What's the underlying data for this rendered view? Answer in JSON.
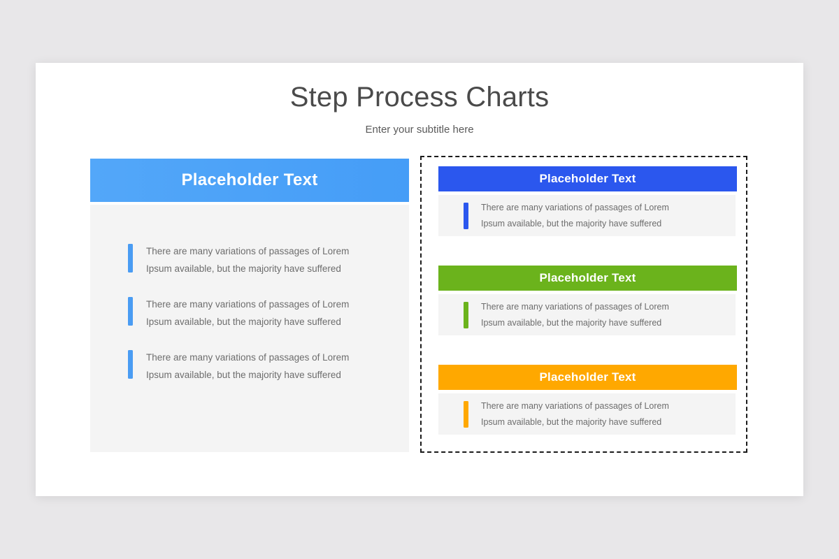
{
  "slide": {
    "title": "Step Process Charts",
    "subtitle": "Enter your subtitle here"
  },
  "colors": {
    "page_background": "#e8e7e9",
    "slide_background": "#ffffff",
    "panel_background": "#f4f4f4",
    "blue_light": "#4a9cf3",
    "blue_deep": "#2b57ee",
    "green": "#6bb31c",
    "orange": "#ffa800",
    "title_text": "#4a4a4a",
    "body_text": "#6d6d6d",
    "dashed_border": "#1b1b1b"
  },
  "left_panel": {
    "header_label": "Placeholder Text",
    "items": [
      {
        "line1": "There are many variations of passages of Lorem",
        "line2": "Ipsum available, but the majority have suffered"
      },
      {
        "line1": "There are many variations of passages of Lorem",
        "line2": "Ipsum available, but the majority have suffered"
      },
      {
        "line1": "There are many variations of passages of Lorem",
        "line2": "Ipsum available, but the majority have suffered"
      }
    ]
  },
  "right_panel": {
    "cards": [
      {
        "header_label": "Placeholder Text",
        "accent": "#2b57ee",
        "line1": "There are many variations of passages of Lorem",
        "line2": "Ipsum available, but the majority have suffered"
      },
      {
        "header_label": "Placeholder Text",
        "accent": "#6bb31c",
        "line1": "There are many variations of passages of Lorem",
        "line2": "Ipsum available, but the majority have suffered"
      },
      {
        "header_label": "Placeholder Text",
        "accent": "#ffa800",
        "line1": "There are many variations of passages of Lorem",
        "line2": "Ipsum available, but the majority have suffered"
      }
    ]
  }
}
